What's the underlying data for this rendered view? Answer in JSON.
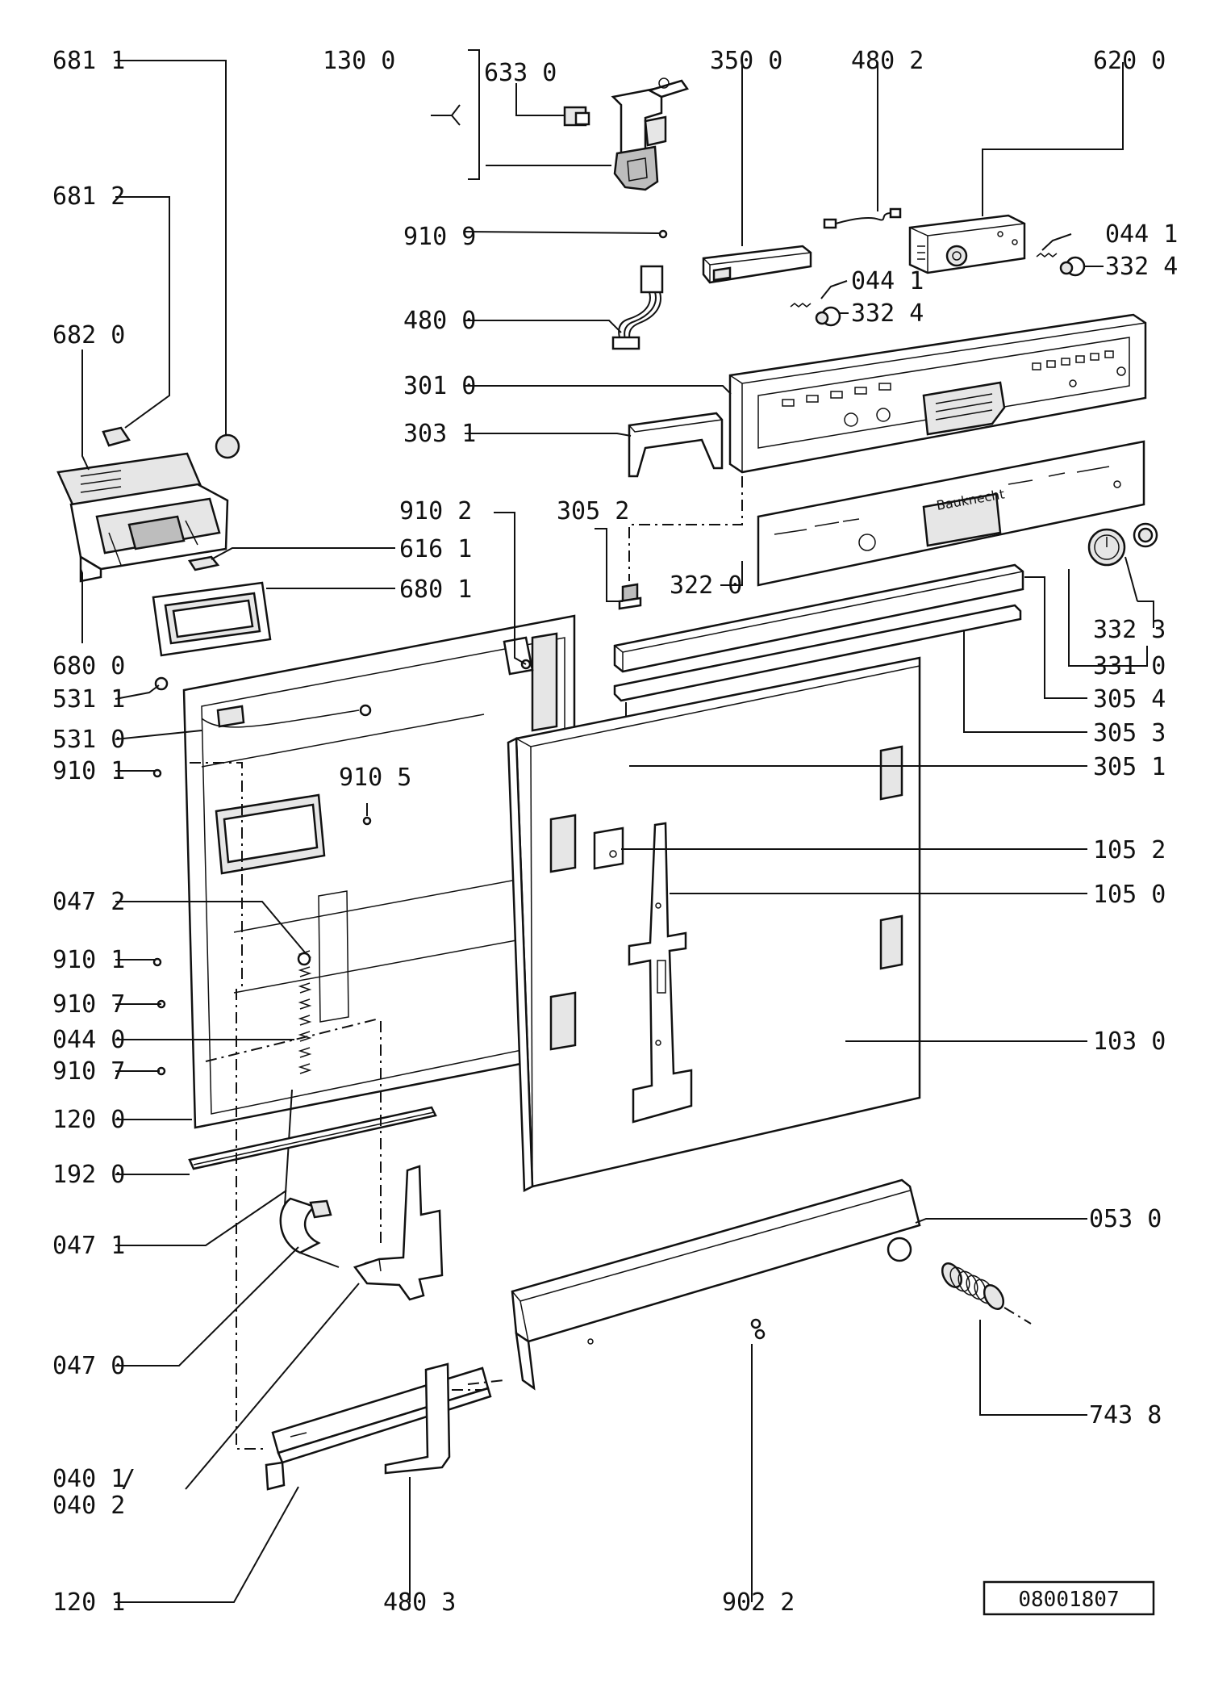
{
  "labels": {
    "l6811a": "681 1",
    "l1300": "130 0",
    "l6330": "633 0",
    "l3500": "350 0",
    "l4802": "480 2",
    "l6200": "620 0",
    "l6812": "681 2",
    "l9109": "910 9",
    "l0441a": "044 1",
    "l3324a": "332 4",
    "l0441b": "044 1",
    "l3324b": "332 4",
    "l4800": "480 0",
    "l6820": "682 0",
    "l3010": "301 0",
    "l3031": "303 1",
    "l9102": "910 2",
    "l3052": "305 2",
    "l6161": "616 1",
    "l6801": "680 1",
    "l3220": "322 0",
    "l6800": "680 0",
    "l3323": "332 3",
    "l3310": "331 0",
    "l5311": "531 1",
    "l3054": "305 4",
    "l5310": "531 0",
    "l3053": "305 3",
    "l9101a": "910 1",
    "l9105": "910 5",
    "l3051": "305 1",
    "l1052": "105 2",
    "l0472": "047 2",
    "l1050": "105 0",
    "l9101b": "910 1",
    "l9107a": "910 7",
    "l0440": "044 0",
    "l1030": "103 0",
    "l9107b": "910 7",
    "l1200": "120 0",
    "l1920": "192 0",
    "l0471": "047 1",
    "l0530": "053 0",
    "l0470": "047 0",
    "l7438": "743 8",
    "l0401": "040 1",
    "l0402": "040 2",
    "l1201": "120 1",
    "l4803": "480 3",
    "l9022": "902 2"
  },
  "brand_text": "Bauknecht",
  "document_number": "08001807"
}
